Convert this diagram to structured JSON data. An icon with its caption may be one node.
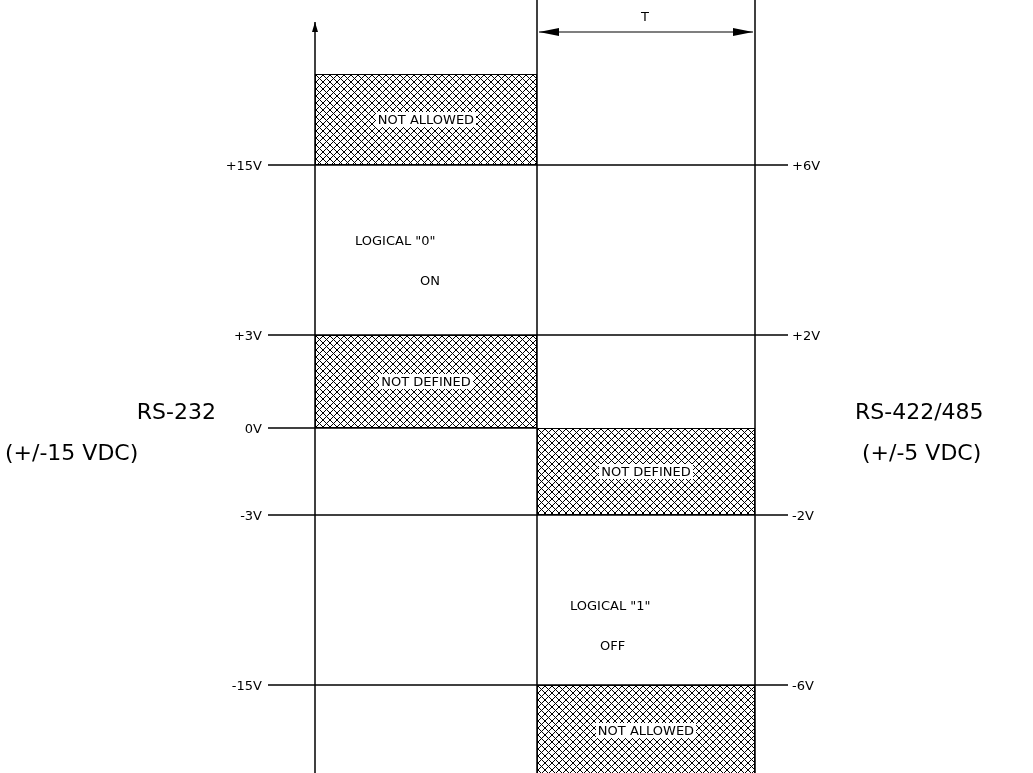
{
  "diagram": {
    "nodes": [
      {
        "text": [
          "NOT ALLOWED"
        ]
      },
      {
        "text": [
          "NOT DEFINED"
        ]
      },
      {
        "text": [
          "NOT DEFINED"
        ]
      },
      {
        "text": [
          "NOT ALLOWED"
        ]
      }
    ],
    "labels": [
      "T",
      "+15V",
      "+6V",
      "LOGICAL \"0\"",
      "ON",
      "+3V",
      "+2V",
      "RS-232",
      "RS-422/485",
      "0V",
      "(+/-15 VDC)",
      "(+/-5 VDC)",
      "-3V",
      "-2V",
      "LOGICAL \"1\"",
      "OFF",
      "-15V",
      "-6V"
    ]
  }
}
